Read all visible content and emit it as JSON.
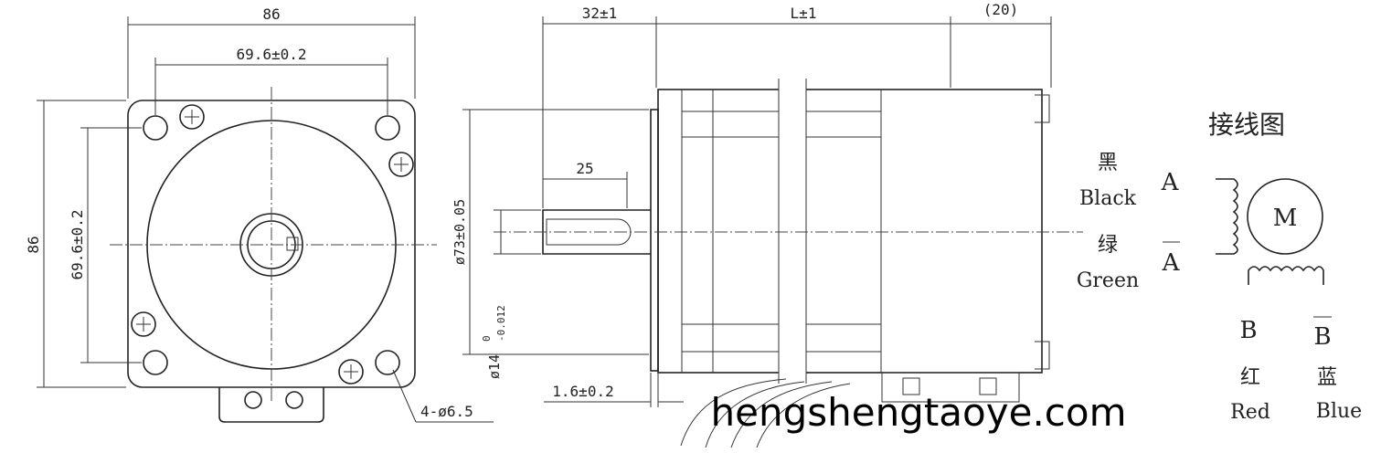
{
  "front_view": {
    "width_dim": "86",
    "hole_spacing_h": "69.6±0.2",
    "height_dim": "86",
    "hole_spacing_v": "69.6±0.2",
    "holes_note": "4-ø6.5"
  },
  "side_view": {
    "shaft_len": "32±1",
    "body_len": "L±1",
    "rear_len": "(20)",
    "key_len": "25",
    "pilot_dia": "ø73±0.05",
    "shaft_dia": "ø14",
    "shaft_tol_upper": "0",
    "shaft_tol_lower": "-0.012",
    "flange_thk": "1.6±0.2"
  },
  "wiring": {
    "title": "接线图",
    "black_cn": "黑",
    "black_en": "Black",
    "green_cn": "绿",
    "green_en": "Green",
    "phase_a": "A",
    "phase_a_bar": "A",
    "phase_b": "B",
    "phase_b_bar": "B",
    "red_cn": "红",
    "red_en": "Red",
    "blue_cn": "蓝",
    "blue_en": "Blue",
    "motor": "M"
  },
  "watermark": "hengshengtaoye.com"
}
